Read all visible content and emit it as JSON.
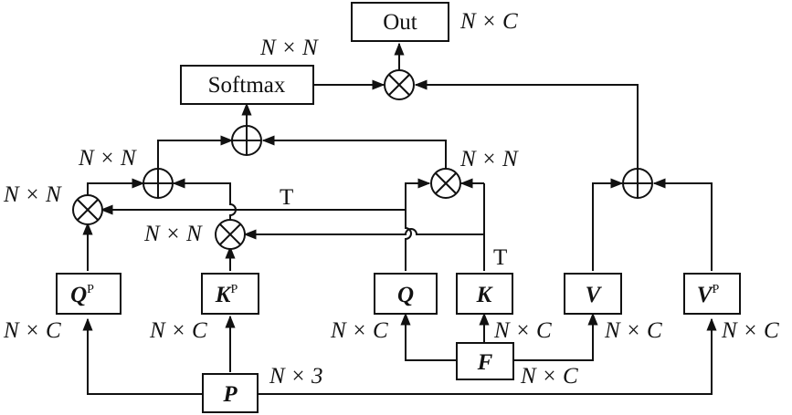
{
  "nodes": {
    "out": "Out",
    "softmax": "Softmax",
    "q_pos": {
      "base": "Q",
      "sup": "P"
    },
    "k_pos": {
      "base": "K",
      "sup": "P"
    },
    "q": "Q",
    "k": "K",
    "v": "V",
    "v_pos": {
      "base": "V",
      "sup": "P"
    },
    "f": "F",
    "p": "P"
  },
  "labels": {
    "out_dim": "N × C",
    "softmax_dim": "N × N",
    "mul_qp_dim": "N × N",
    "add_left_dim": "N × N",
    "mul_kp_dim": "N × N",
    "mul_qk_dim": "N × N",
    "transpose_pos": "T",
    "transpose_k": "T",
    "qp_dim": "N × C",
    "kp_dim": "N × C",
    "q_dim": "N × C",
    "k_dim": "N × C",
    "v_dim": "N × C",
    "vp_dim": "N × C",
    "f_dim": "N × C",
    "p_dim": "N × 3"
  },
  "operators": {
    "multiply": "⊗",
    "add": "⊕"
  }
}
